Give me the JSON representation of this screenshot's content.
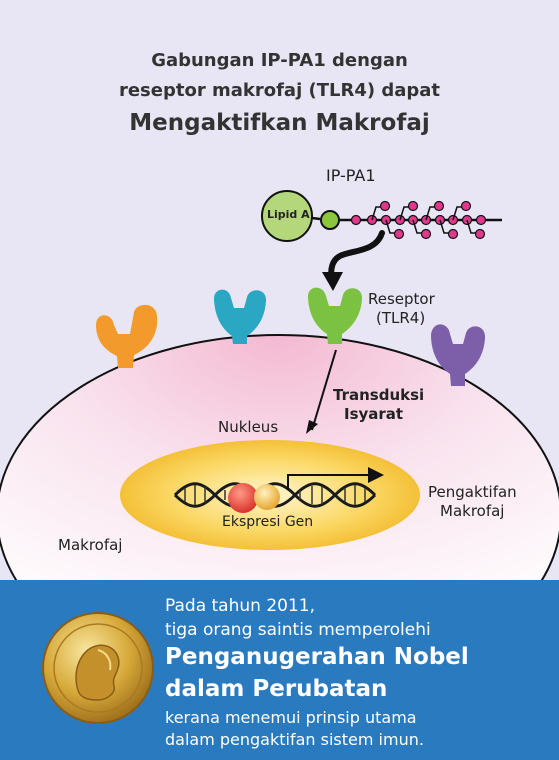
{
  "title": {
    "line1": "Gabungan IP-PA1 dengan",
    "line2": "reseptor makrofaj (TLR4) dapat",
    "line3": "Mengaktifkan Makrofaj"
  },
  "diagram": {
    "ippa1_label": "IP-PA1",
    "lipid_a_label": "Lipid A",
    "receptor_label_1": "Reseptor",
    "receptor_label_2": "(TLR4)",
    "signal_label_1": "Transduksi",
    "signal_label_2": "Isyarat",
    "nucleus_label": "Nukleus",
    "gene_expression_label": "Ekspresi Gen",
    "activation_label_1": "Pengaktifan",
    "activation_label_2": "Makrofaj",
    "macrophage_label": "Makrofaj"
  },
  "banner": {
    "line1": "Pada tahun 2011,",
    "line2": "tiga orang saintis memperolehi",
    "line3": "Penganugerahan Nobel",
    "line4": "dalam Perubatan",
    "line5": "kerana menemui prinsip utama",
    "line6": "dalam pengaktifan sistem imun.",
    "medal_icon": "nobel-medal-icon"
  },
  "colors": {
    "background": "#e8e6f4",
    "cell_fill": "#f7d9e7",
    "nucleus_fill": "#f6c532",
    "banner": "#2a7ac0",
    "receptor_orange": "#f39a2c",
    "receptor_teal": "#2aa7c3",
    "receptor_green": "#7cc242",
    "receptor_purple": "#7d5ea8",
    "chain_dot": "#e0388f",
    "lipid_a": "#b5d77c"
  }
}
